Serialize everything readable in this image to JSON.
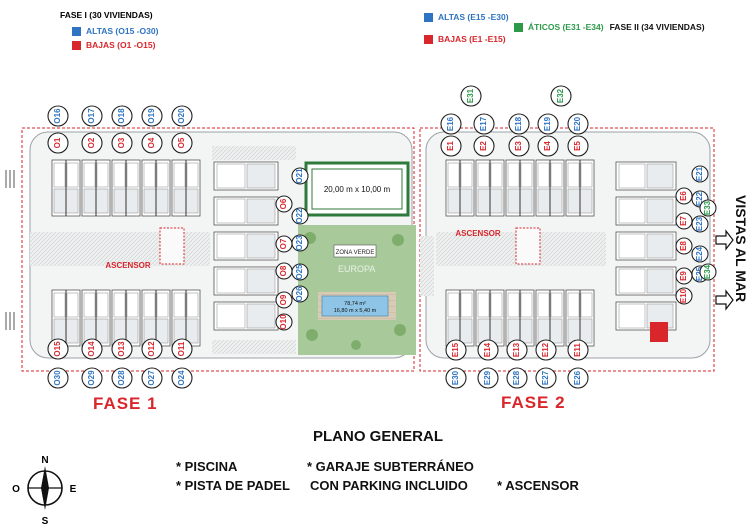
{
  "legend_phase1": {
    "title": "FASE I (30 VIVIENDAS)",
    "items": [
      {
        "label": "ALTAS (O15 -O30)",
        "color": "#2e74c2"
      },
      {
        "label": "BAJAS (O1 -O15)",
        "color": "#d9262b"
      }
    ]
  },
  "legend_phase2": {
    "title": "FASE II (34 VIVIENDAS)",
    "items": [
      {
        "label": "ALTAS (E15 -E30)",
        "color": "#2e74c2"
      },
      {
        "label": "BAJAS (E1 -E15)",
        "color": "#d9262b"
      },
      {
        "label": "ÁTICOS (E31 -E34)",
        "color": "#2d9a4a"
      }
    ]
  },
  "colors": {
    "blue": "#2e74c2",
    "red": "#d9262b",
    "green": "#2d9a4a",
    "plan": "#9aa2a6"
  },
  "phase1": {
    "top_units": [
      "O1",
      "O2",
      "O3",
      "O4",
      "O5"
    ],
    "top_upper_units": [
      "O16",
      "O17",
      "O18",
      "O19",
      "O20"
    ],
    "bottom_units": [
      "O15",
      "O14",
      "O13",
      "O12",
      "O11"
    ],
    "bottom_lower_units": [
      "O30",
      "O29",
      "O28",
      "O27",
      "O24"
    ],
    "side_units_inner": [
      "O6",
      "O7",
      "O8",
      "O9",
      "O10"
    ],
    "side_units_outer": [
      "O21",
      "O22",
      "O23",
      "O25",
      "O26"
    ],
    "elevator_label": "ASCENSOR",
    "label": "FASE 1"
  },
  "phase2": {
    "top_units": [
      "E1",
      "E2",
      "E3",
      "E4",
      "E5"
    ],
    "top_upper_units": [
      "E16",
      "E17",
      "E18",
      "E19",
      "E20"
    ],
    "top_attic_units": [
      "E31",
      "E32"
    ],
    "bottom_units": [
      "E15",
      "E14",
      "E13",
      "E12",
      "E11"
    ],
    "bottom_lower_units": [
      "E30",
      "E29",
      "E28",
      "E27",
      "E26"
    ],
    "side_units_inner": [
      "E6",
      "E7",
      "E8",
      "E9",
      "E10"
    ],
    "side_units_outer": [
      "E21",
      "E22",
      "E23",
      "E24",
      "E25"
    ],
    "side_attic_units": [
      "E33",
      "E34"
    ],
    "elevator_label": "ASCENSOR",
    "label": "FASE 2"
  },
  "center": {
    "court_label": "20,00 m x 10,00 m",
    "green_label": "ZONA VERDE",
    "watermark": "EUROPA",
    "pool_area": "78,74 m²",
    "pool_size": "16,80 m x 5,40 m"
  },
  "sea_view_label": "VISTAS AL MAR",
  "plan_title": "PLANO GENERAL",
  "amenities": {
    "pool": "* PISCINA",
    "padel": "* PISTA DE PADEL",
    "garage_line1": "* GARAJE SUBTERRÁNEO",
    "garage_line2": "CON PARKING INCLUIDO",
    "elevator": "* ASCENSOR"
  },
  "compass": {
    "n": "N",
    "s": "S",
    "e": "E",
    "o": "O"
  }
}
